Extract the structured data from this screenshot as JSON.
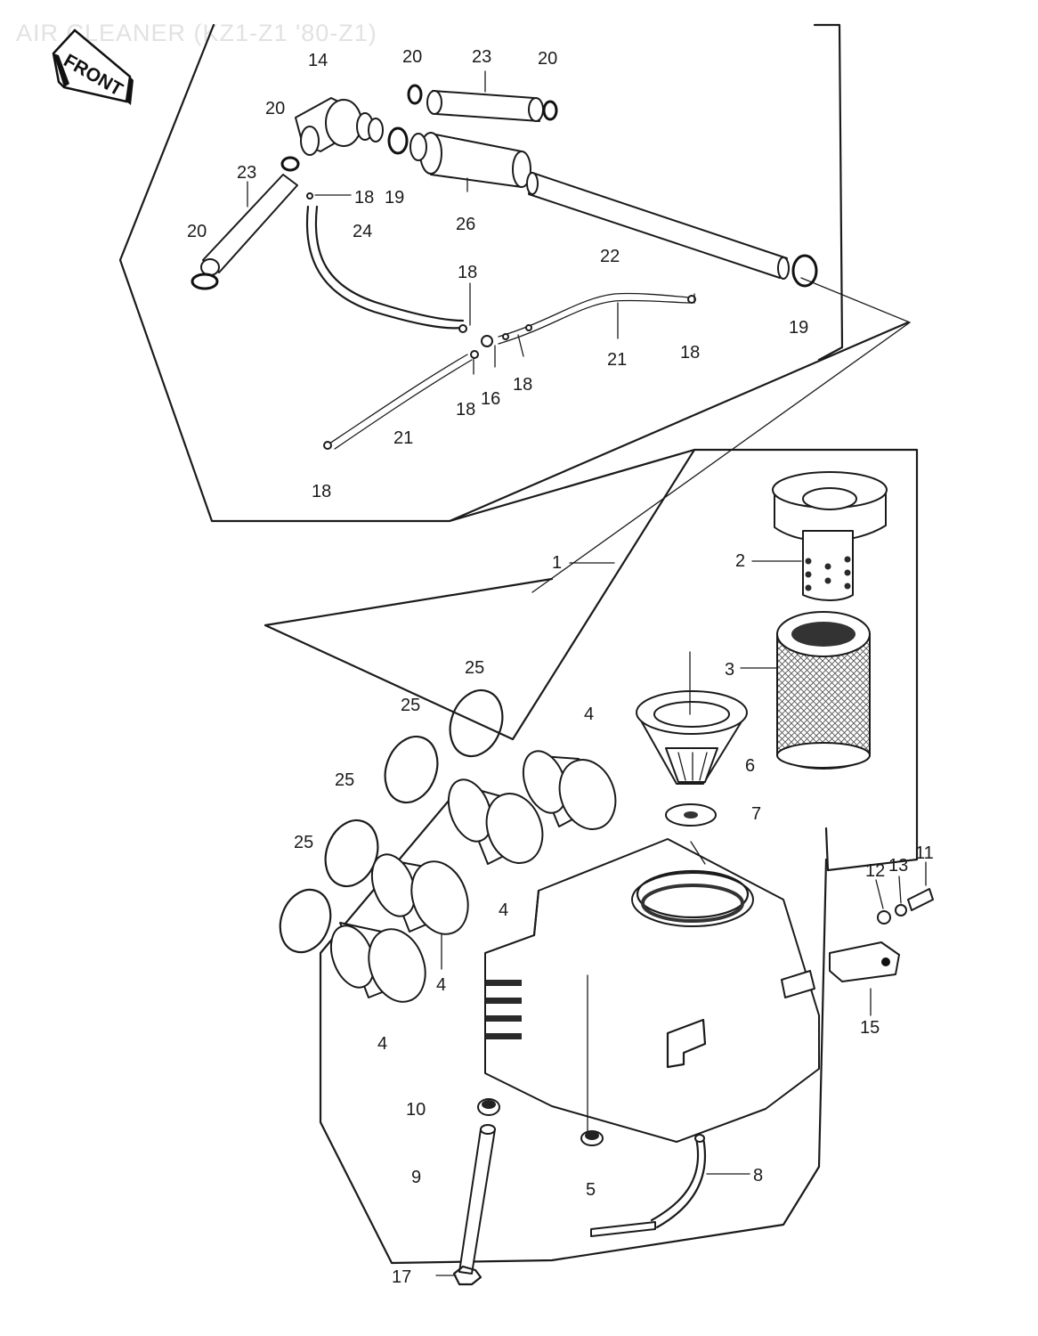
{
  "diagram": {
    "title": "AIR CLEANER (KZ1-Z1 '80-Z1)",
    "front_label": "FRONT"
  },
  "callouts": [
    {
      "id": "c14",
      "text": "14"
    },
    {
      "id": "c20a",
      "text": "20"
    },
    {
      "id": "c23a",
      "text": "23"
    },
    {
      "id": "c20b",
      "text": "20"
    },
    {
      "id": "c20c",
      "text": "20"
    },
    {
      "id": "c23b",
      "text": "23"
    },
    {
      "id": "c20d",
      "text": "20"
    },
    {
      "id": "c18a",
      "text": "18"
    },
    {
      "id": "c19a",
      "text": "19"
    },
    {
      "id": "c24",
      "text": "24"
    },
    {
      "id": "c26",
      "text": "26"
    },
    {
      "id": "c22",
      "text": "22"
    },
    {
      "id": "c18b",
      "text": "18"
    },
    {
      "id": "c19b",
      "text": "19"
    },
    {
      "id": "c21a",
      "text": "21"
    },
    {
      "id": "c18c",
      "text": "18"
    },
    {
      "id": "c18d",
      "text": "18"
    },
    {
      "id": "c16",
      "text": "16"
    },
    {
      "id": "c18e",
      "text": "18"
    },
    {
      "id": "c21b",
      "text": "21"
    },
    {
      "id": "c18f",
      "text": "18"
    },
    {
      "id": "c1",
      "text": "1"
    },
    {
      "id": "c2",
      "text": "2"
    },
    {
      "id": "c3",
      "text": "3"
    },
    {
      "id": "c25a",
      "text": "25"
    },
    {
      "id": "c25b",
      "text": "25"
    },
    {
      "id": "c4a",
      "text": "4"
    },
    {
      "id": "c6",
      "text": "6"
    },
    {
      "id": "c7",
      "text": "7"
    },
    {
      "id": "c25c",
      "text": "25"
    },
    {
      "id": "c25d",
      "text": "25"
    },
    {
      "id": "c11",
      "text": "11"
    },
    {
      "id": "c12",
      "text": "12"
    },
    {
      "id": "c13",
      "text": "13"
    },
    {
      "id": "c4b",
      "text": "4"
    },
    {
      "id": "c4c",
      "text": "4"
    },
    {
      "id": "c15",
      "text": "15"
    },
    {
      "id": "c4d",
      "text": "4"
    },
    {
      "id": "c10",
      "text": "10"
    },
    {
      "id": "c9",
      "text": "9"
    },
    {
      "id": "c5",
      "text": "5"
    },
    {
      "id": "c8",
      "text": "8"
    },
    {
      "id": "c17",
      "text": "17"
    }
  ]
}
